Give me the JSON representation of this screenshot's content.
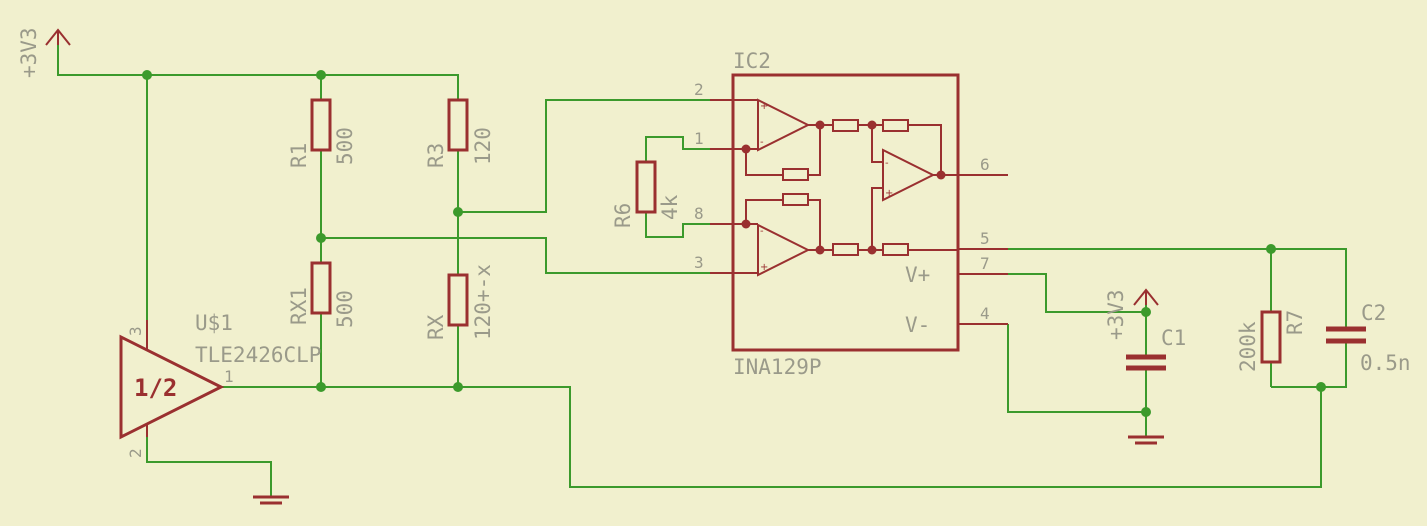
{
  "colors": {
    "background": "#f1f0ce",
    "net": "#3c9a2c",
    "component": "#9a3030",
    "label": "#9a9a8a"
  },
  "labels": {
    "supply_top": "+3V3",
    "supply_c1": "+3V3",
    "r1_name": "R1",
    "r1_value": "500",
    "r3_name": "R3",
    "r3_value": "120",
    "rx1_name": "RX1",
    "rx1_value": "500",
    "rx_name": "RX",
    "rx_value": "120+-x",
    "r6_name": "R6",
    "r6_value": "4k",
    "r7_name": "R7",
    "r7_value": "200k",
    "c1_name": "C1",
    "c2_name": "C2",
    "c2_value": "0.5n",
    "u1_name": "U$1",
    "u1_value": "TLE2426CLP",
    "u1_inner": "1/2",
    "ic2_name": "IC2",
    "ic2_value": "INA129P",
    "vplus": "V+",
    "vminus": "V-"
  },
  "pins": {
    "u1_pin3": "3",
    "u1_pin1": "1",
    "u1_pin2": "2",
    "ic2_pin2": "2",
    "ic2_pin1": "1",
    "ic2_pin8": "8",
    "ic2_pin3": "3",
    "ic2_pin6": "6",
    "ic2_pin5": "5",
    "ic2_pin7": "7",
    "ic2_pin4": "4"
  }
}
